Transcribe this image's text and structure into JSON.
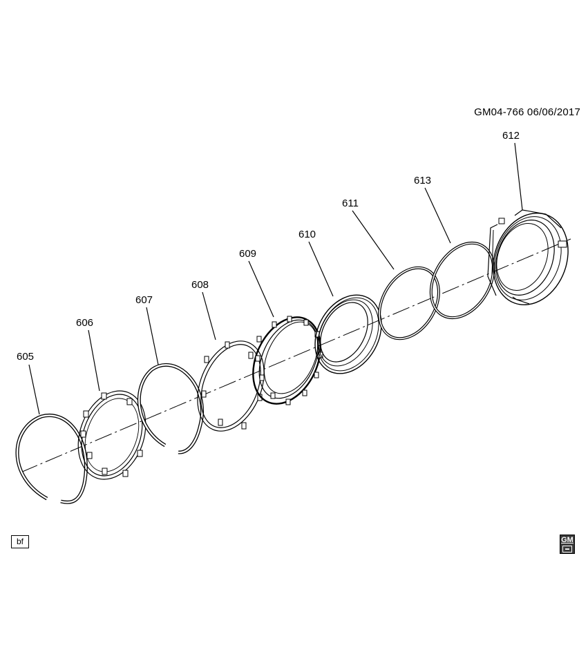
{
  "header": {
    "reference": "GM04-766  06/06/2017"
  },
  "callouts": [
    {
      "id": "605",
      "label": "605"
    },
    {
      "id": "606",
      "label": "606"
    },
    {
      "id": "607",
      "label": "607"
    },
    {
      "id": "608",
      "label": "608"
    },
    {
      "id": "609",
      "label": "609"
    },
    {
      "id": "610",
      "label": "610"
    },
    {
      "id": "611",
      "label": "611"
    },
    {
      "id": "612",
      "label": "612"
    },
    {
      "id": "613",
      "label": "613"
    }
  ],
  "footer": {
    "bf_label": "bf",
    "logo": {
      "name": "gm-logo",
      "text": "GM"
    }
  }
}
